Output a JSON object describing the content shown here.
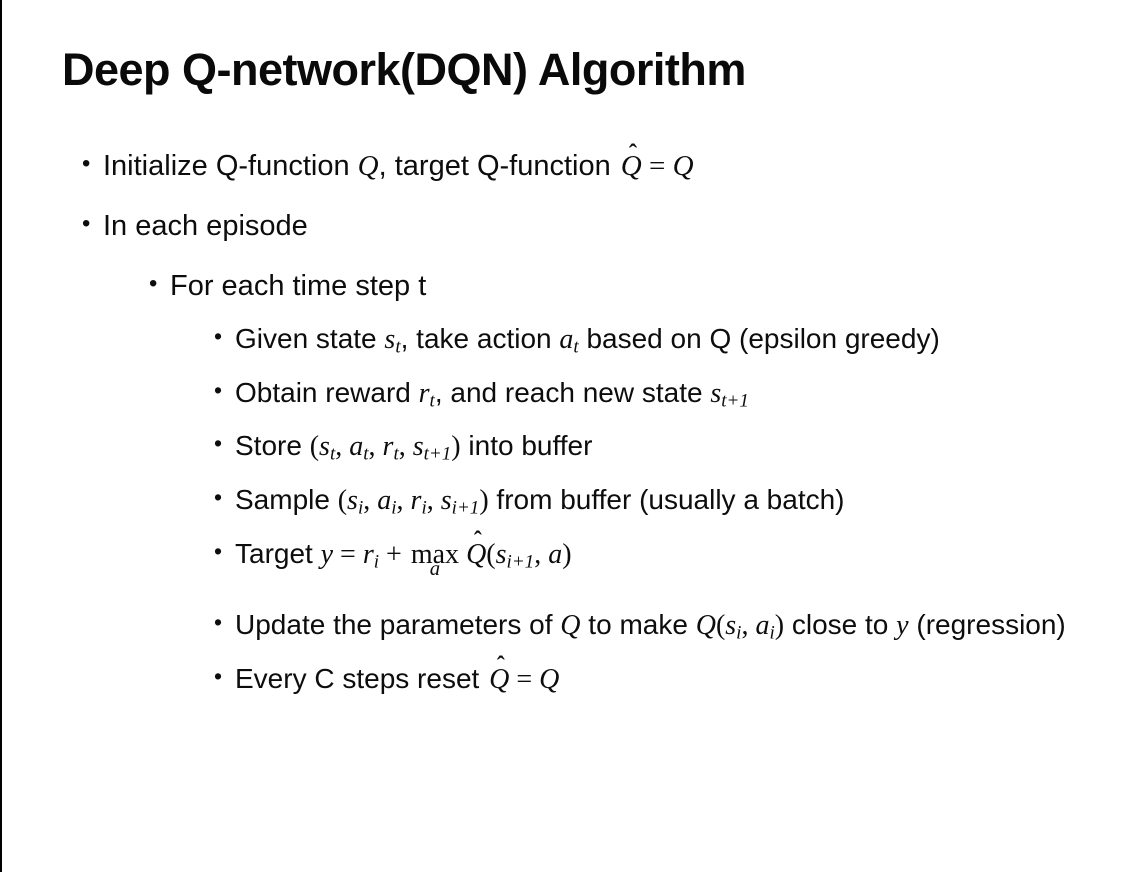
{
  "slide": {
    "title": "Deep Q-network(DQN) Algorithm",
    "background_color": "#ffffff",
    "left_border_color": "#000000",
    "text_color": "#0d0d0d",
    "bullet_glyph": "•"
  },
  "bullets": [
    {
      "level": 1,
      "segments": [
        {
          "k": "p",
          "t": "Initialize Q-function "
        },
        {
          "k": "m",
          "t": "Q"
        },
        {
          "k": "p",
          "t": ", target Q-function "
        },
        {
          "k": "mh",
          "t": "Q"
        },
        {
          "k": "r",
          "t": " = "
        },
        {
          "k": "m",
          "t": "Q"
        }
      ]
    },
    {
      "level": 1,
      "segments": [
        {
          "k": "p",
          "t": "In each episode"
        }
      ]
    },
    {
      "level": 2,
      "segments": [
        {
          "k": "p",
          "t": "For each time step t"
        }
      ]
    },
    {
      "level": 3,
      "segments": [
        {
          "k": "p",
          "t": "Given state "
        },
        {
          "k": "ms",
          "t": "s",
          "s": "t"
        },
        {
          "k": "p",
          "t": ", take action "
        },
        {
          "k": "ms",
          "t": "a",
          "s": "t"
        },
        {
          "k": "p",
          "t": " based on Q (epsilon greedy)"
        }
      ]
    },
    {
      "level": 3,
      "segments": [
        {
          "k": "p",
          "t": "Obtain reward "
        },
        {
          "k": "ms",
          "t": "r",
          "s": "t"
        },
        {
          "k": "p",
          "t": ", and reach new state "
        },
        {
          "k": "ms",
          "t": "s",
          "s": "t+1"
        }
      ]
    },
    {
      "level": 3,
      "segments": [
        {
          "k": "p",
          "t": "Store "
        },
        {
          "k": "r",
          "t": "("
        },
        {
          "k": "ms",
          "t": "s",
          "s": "t"
        },
        {
          "k": "r",
          "t": ", "
        },
        {
          "k": "ms",
          "t": "a",
          "s": "t"
        },
        {
          "k": "r",
          "t": ", "
        },
        {
          "k": "ms",
          "t": "r",
          "s": "t"
        },
        {
          "k": "r",
          "t": ", "
        },
        {
          "k": "ms",
          "t": "s",
          "s": "t+1"
        },
        {
          "k": "r",
          "t": ")"
        },
        {
          "k": "p",
          "t": " into buffer"
        }
      ]
    },
    {
      "level": 3,
      "segments": [
        {
          "k": "p",
          "t": "Sample "
        },
        {
          "k": "r",
          "t": "("
        },
        {
          "k": "ms",
          "t": "s",
          "s": "i"
        },
        {
          "k": "r",
          "t": ", "
        },
        {
          "k": "ms",
          "t": "a",
          "s": "i"
        },
        {
          "k": "r",
          "t": ", "
        },
        {
          "k": "ms",
          "t": "r",
          "s": "i"
        },
        {
          "k": "r",
          "t": ", "
        },
        {
          "k": "ms",
          "t": "s",
          "s": "i+1"
        },
        {
          "k": "r",
          "t": ")"
        },
        {
          "k": "p",
          "t": " from buffer (usually a batch)"
        }
      ]
    },
    {
      "level": 3,
      "segments": [
        {
          "k": "p",
          "t": "Target "
        },
        {
          "k": "m",
          "t": "y"
        },
        {
          "k": "r",
          "t": " = "
        },
        {
          "k": "ms",
          "t": "r",
          "s": "i"
        },
        {
          "k": "r",
          "t": " + "
        },
        {
          "k": "mu",
          "t": "max",
          "u": "a"
        },
        {
          "k": "mh",
          "t": "Q"
        },
        {
          "k": "r",
          "t": "("
        },
        {
          "k": "ms",
          "t": "s",
          "s": "i+1"
        },
        {
          "k": "r",
          "t": ", "
        },
        {
          "k": "m",
          "t": "a"
        },
        {
          "k": "r",
          "t": ")"
        }
      ]
    },
    {
      "level": 3,
      "segments": [
        {
          "k": "p",
          "t": "Update the parameters of "
        },
        {
          "k": "m",
          "t": "Q"
        },
        {
          "k": "p",
          "t": " to make "
        },
        {
          "k": "m",
          "t": "Q"
        },
        {
          "k": "r",
          "t": "("
        },
        {
          "k": "ms",
          "t": "s",
          "s": "i"
        },
        {
          "k": "r",
          "t": ", "
        },
        {
          "k": "ms",
          "t": "a",
          "s": "i"
        },
        {
          "k": "r",
          "t": ")"
        },
        {
          "k": "p",
          "t": " close to "
        },
        {
          "k": "m",
          "t": "y"
        },
        {
          "k": "p",
          "t": " (regression)"
        }
      ]
    },
    {
      "level": 3,
      "segments": [
        {
          "k": "p",
          "t": "Every C steps reset "
        },
        {
          "k": "mh",
          "t": "Q"
        },
        {
          "k": "r",
          "t": " = "
        },
        {
          "k": "m",
          "t": "Q"
        }
      ]
    }
  ]
}
